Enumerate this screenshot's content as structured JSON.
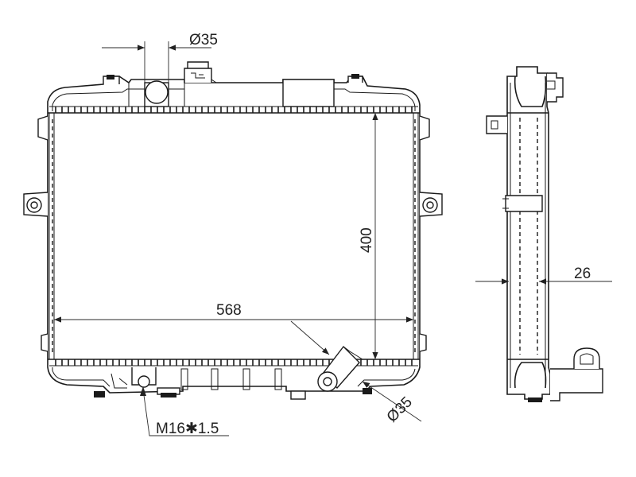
{
  "drawing": {
    "width_dim": "568",
    "height_dim": "400",
    "inlet_dim": "Ø35",
    "outlet_dim": "Ø35",
    "depth_dim": "26",
    "thread_label": "M16✱1.5"
  }
}
